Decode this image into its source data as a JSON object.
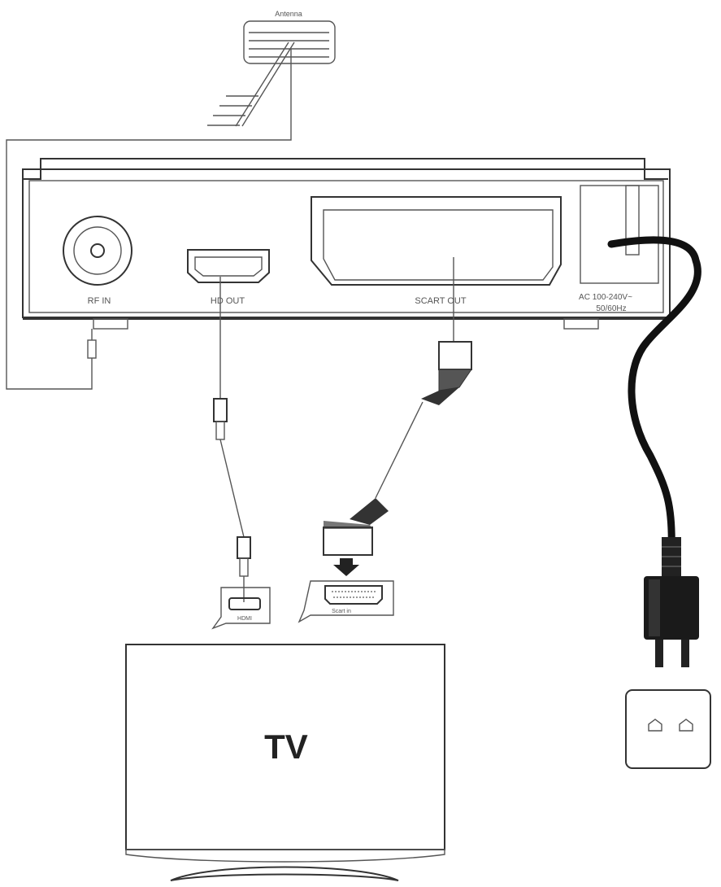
{
  "antenna": {
    "label": "Antenna"
  },
  "receiver": {
    "ports": {
      "rf_in": "RF IN",
      "hd_out": "HD OUT",
      "scart_out": "SCART OUT",
      "power_line1": "AC 100-240V~",
      "power_line2": "50/60Hz"
    }
  },
  "tv_inputs": {
    "hdmi": "HDMI",
    "scart_in": "Scart in"
  },
  "tv": {
    "label": "TV"
  },
  "colors": {
    "line": "#333333",
    "cable": "#111111",
    "background": "#ffffff"
  },
  "icons": [
    "antenna-icon",
    "hdmi-plug-icon",
    "scart-plug-icon",
    "power-plug-icon",
    "wall-socket-icon",
    "down-arrow-icon"
  ]
}
